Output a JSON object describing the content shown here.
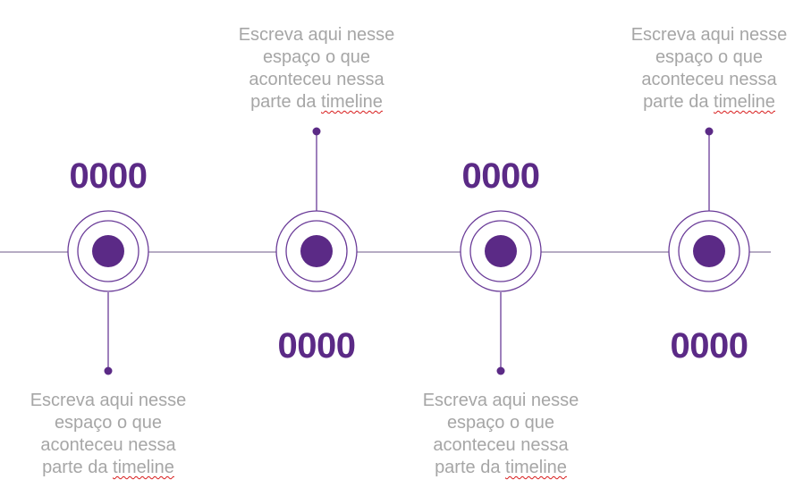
{
  "colors": {
    "accent": "#5b2a86",
    "line": "#8a7aa0",
    "ring": "#6a3b98",
    "text_gray": "#a6a6a6",
    "spellcheck": "#d81b1b"
  },
  "timeline": {
    "events": [
      {
        "year": "0000",
        "year_position": "above",
        "description": [
          "Escreva aqui nesse",
          "espaço o que",
          "aconteceu nessa",
          "parte da timeline"
        ],
        "description_position": "below"
      },
      {
        "year": "0000",
        "year_position": "below",
        "description": [
          "Escreva aqui nesse",
          "espaço o que",
          "aconteceu nessa",
          "parte da timeline"
        ],
        "description_position": "above"
      },
      {
        "year": "0000",
        "year_position": "above",
        "description": [
          "Escreva aqui nesse",
          "espaço o que",
          "aconteceu nessa",
          "parte da timeline"
        ],
        "description_position": "below"
      },
      {
        "year": "0000",
        "year_position": "below",
        "description": [
          "Escreva aqui nesse",
          "espaço o que",
          "aconteceu nessa",
          "parte da timeline"
        ],
        "description_position": "above"
      }
    ]
  }
}
